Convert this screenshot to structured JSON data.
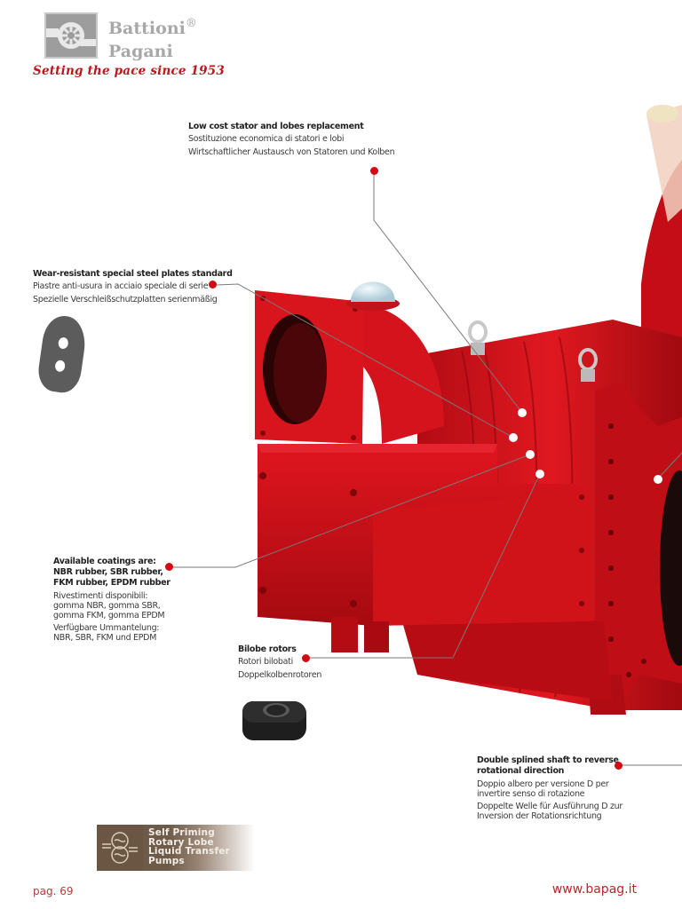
{
  "header": {
    "brand_line1": "Battioni",
    "brand_line2": "Pagani",
    "registered": "®",
    "tagline": "Setting the pace since 1953",
    "logo_icon": "wheel-logo-icon"
  },
  "callouts": [
    {
      "id": "stator",
      "title": "Low cost stator and lobes replacement",
      "it": "Sostituzione economica di statori e lobi",
      "de": "Wirtschaftlicher Austausch von Statoren und Kolben"
    },
    {
      "id": "plates",
      "title": "Wear-resistant special steel plates standard",
      "it": "Piastre anti-usura in acciaio speciale di serie",
      "de": "Spezielle Verschleißschutzplatten serienmäßig"
    },
    {
      "id": "coatings",
      "title_lines": [
        "Available coatings are:",
        "NBR rubber, SBR rubber,",
        "FKM rubber, EPDM rubber"
      ],
      "it_lines": [
        "Rivestimenti disponibili:",
        "gomma NBR, gomma SBR,",
        "gomma FKM, gomma EPDM"
      ],
      "de_lines": [
        "Verfügbare Ummantelung:",
        "NBR, SBR, FKM und EPDM"
      ]
    },
    {
      "id": "rotors",
      "title": "Bilobe rotors",
      "it": "Rotori bilobati",
      "de": "Doppelkolbenrotoren"
    },
    {
      "id": "shaft",
      "title_lines": [
        "Double splined shaft to reverse",
        "rotational direction"
      ],
      "it_lines": [
        "Doppio albero per versione D per",
        "invertire senso di rotazione"
      ],
      "de_lines": [
        "Doppelte Welle für Ausführung D zur",
        "Inversion der Rotationsrichtung"
      ]
    }
  ],
  "series_badge": {
    "lines": [
      "Self Priming",
      "Rotary Lobe",
      "Liquid Transfer",
      "Pumps"
    ],
    "icon": "pump-lobes-icon"
  },
  "footer": {
    "page": "pag. 69",
    "website": "www.bapag.it"
  },
  "colors": {
    "accent_red": "#d10a14",
    "pump_red": "#c8101a",
    "badge_brown": "#6e5a48",
    "logo_grey": "#9d9d9d"
  }
}
